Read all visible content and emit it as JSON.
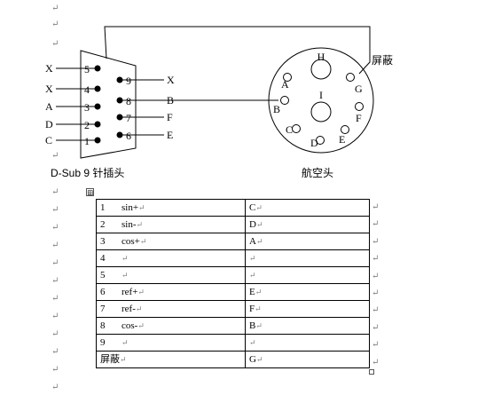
{
  "dsub": {
    "caption": "D-Sub 9 针插头",
    "left_labels": [
      "X",
      "X",
      "A",
      "D",
      "C"
    ],
    "left_pins": [
      "5",
      "4",
      "3",
      "2",
      "1"
    ],
    "right_pins": [
      "9",
      "8",
      "7",
      "6"
    ],
    "right_labels": [
      "X",
      "B",
      "F",
      "E"
    ]
  },
  "aviation": {
    "caption": "航空头",
    "pins": [
      "H",
      "I",
      "A",
      "B",
      "C",
      "D",
      "E",
      "F",
      "G"
    ],
    "shield_label": "屏蔽"
  },
  "table": {
    "rows": [
      {
        "num": "1",
        "signal": "sin+",
        "pin": "C"
      },
      {
        "num": "2",
        "signal": "sin-",
        "pin": "D"
      },
      {
        "num": "3",
        "signal": "cos+",
        "pin": "A"
      },
      {
        "num": "4",
        "signal": "",
        "pin": ""
      },
      {
        "num": "5",
        "signal": "",
        "pin": ""
      },
      {
        "num": "6",
        "signal": "ref+",
        "pin": "E"
      },
      {
        "num": "7",
        "signal": "ref-",
        "pin": "F"
      },
      {
        "num": "8",
        "signal": "cos-",
        "pin": "B"
      },
      {
        "num": "9",
        "signal": "",
        "pin": ""
      },
      {
        "num": "",
        "signal": "屏蔽",
        "pin": "G"
      }
    ]
  },
  "marks": {
    "paragraph": "↵",
    "cell_end": "↵",
    "move_handle": "⊞"
  }
}
